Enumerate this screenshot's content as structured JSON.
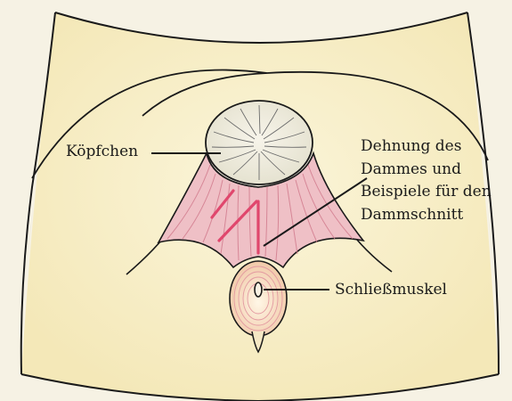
{
  "labels": {
    "head": "Köpfchen",
    "perineum": [
      "Dehnung des",
      "Dammes und",
      "Beispiele für den",
      "Dammschnitt"
    ],
    "sphincter": "Schließmuskel"
  },
  "colors": {
    "background": "#f6f2e4",
    "skin": "#f8efc8",
    "muscle": "#e8a7b2",
    "incision": "#e0476d",
    "outline": "#1a1a1a"
  }
}
